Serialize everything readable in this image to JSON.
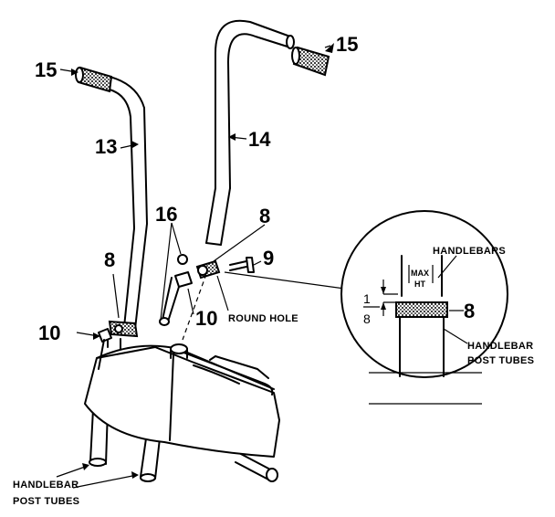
{
  "callouts": {
    "grip_left": "15",
    "grip_right": "15",
    "handlebar_left": "13",
    "handlebar_right": "14",
    "bolt_8_right": "8",
    "bolt_8_left": "8",
    "screw_9": "9",
    "washer_16": "16",
    "nut_10_center": "10",
    "nut_10_left": "10"
  },
  "labels": {
    "round_hole": "ROUND HOLE",
    "post_tubes_bottom_line1": "HANDLEBAR",
    "post_tubes_bottom_line2": "POST TUBES"
  },
  "detail": {
    "handlebars": "HANDLEBARS",
    "max_ht_line1": "MAX",
    "max_ht_line2": "HT",
    "clamp_number": "8",
    "fraction_num": "1",
    "fraction_den": "8",
    "post_tubes_line1": "HANDLEBAR",
    "post_tubes_line2": "POST TUBES"
  }
}
